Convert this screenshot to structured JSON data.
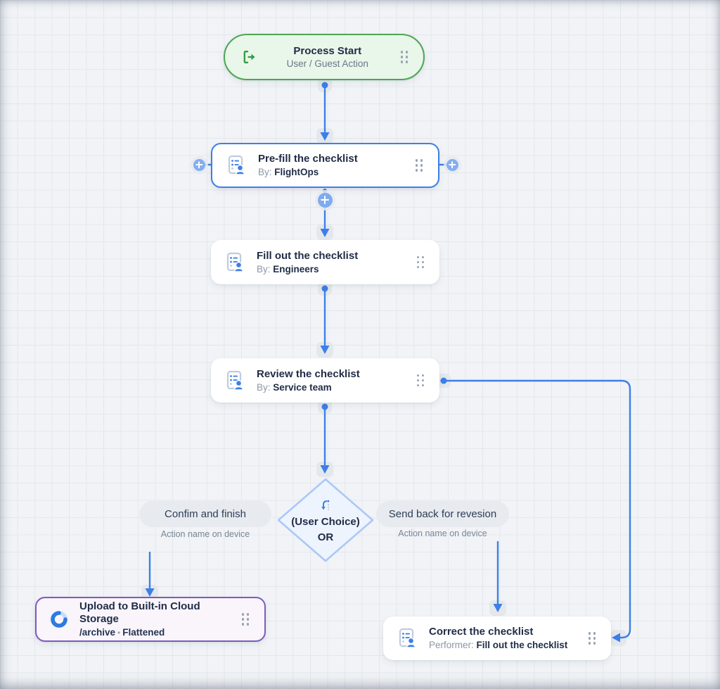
{
  "flow": {
    "start": {
      "title": "Process Start",
      "subtitle": "User / Guest Action"
    },
    "prefill": {
      "title": "Pre-fill the checklist",
      "by_label": "By:",
      "by_value": "FlightOps"
    },
    "fillout": {
      "title": "Fill out the checklist",
      "by_label": "By:",
      "by_value": "Engineers"
    },
    "review": {
      "title": "Review the checklist",
      "by_label": "By:",
      "by_value": "Service team"
    },
    "gateway": {
      "title": "(User Choice)",
      "subtitle": "OR"
    },
    "upload": {
      "title": "Upload to Built-in Cloud Storage",
      "path": "/archive",
      "separator": "•",
      "tag": "Flattened"
    },
    "correct": {
      "title": "Correct the checklist",
      "performer_label": "Performer:",
      "performer_value": "Fill out the checklist"
    },
    "branch_left": {
      "label": "Confim and finish",
      "hint": "Action name on device"
    },
    "branch_right": {
      "label": "Send back for revesion",
      "hint": "Action name on device"
    }
  },
  "colors": {
    "accent_blue": "#3D7FE8",
    "green_border": "#4DA653",
    "green_fill": "#E9F6EA",
    "purple_border": "#7D5BBE",
    "purple_fill": "#F9F5FB",
    "diamond_fill": "#EEF4FD",
    "diamond_border": "#ABC8F8",
    "pill_bg": "#E7EBEF",
    "title_text": "#1F2C46",
    "muted_text": "#8B97A7"
  }
}
